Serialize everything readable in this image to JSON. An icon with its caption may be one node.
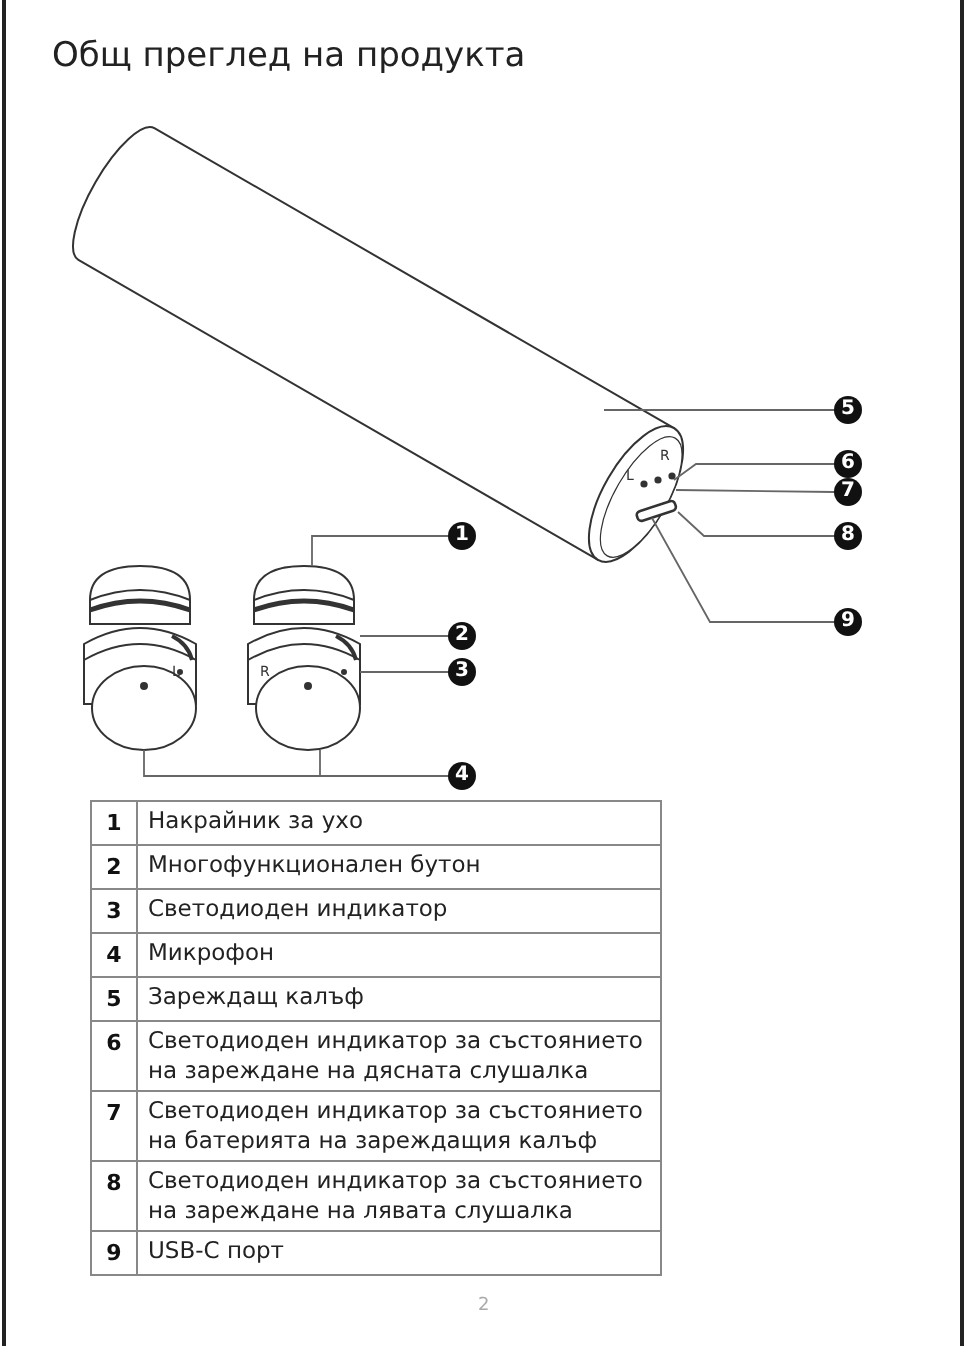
{
  "diagram": {
    "title": "Общ преглед на продукта",
    "nodes": [
      {
        "text": [
          "5"
        ]
      },
      {
        "text": [
          "6"
        ]
      },
      {
        "text": [
          "7"
        ]
      },
      {
        "text": [
          "8"
        ]
      },
      {
        "text": [
          "1"
        ]
      },
      {
        "text": [
          "9"
        ]
      },
      {
        "text": [
          "2"
        ]
      },
      {
        "text": [
          "3"
        ]
      },
      {
        "text": [
          "4"
        ]
      },
      {
        "text": [],
        "shape": "picture"
      },
      {
        "text": [],
        "shape": "picture"
      },
      {
        "text": [],
        "shape": "picture"
      }
    ],
    "edges": [
      {
        "from": 0,
        "to": 9,
        "arrow": "none"
      },
      {
        "from": 1,
        "to": 9,
        "arrow": "none"
      },
      {
        "from": 2,
        "to": 9,
        "arrow": "none"
      },
      {
        "from": 3,
        "to": 9,
        "arrow": "none"
      },
      {
        "from": 4,
        "to": 11,
        "arrow": "none"
      },
      {
        "from": 5,
        "to": 9,
        "arrow": "none"
      },
      {
        "from": 6,
        "to": 11,
        "arrow": "none"
      },
      {
        "from": 7,
        "to": 11,
        "arrow": "none"
      },
      {
        "from": 8,
        "to": 10,
        "arrow": "none"
      },
      {
        "from": 8,
        "to": 11,
        "arrow": "none"
      }
    ],
    "labels": [
      "L",
      "R",
      "L",
      "R",
      "1",
      "Накрайник за ухо",
      "2",
      "Многофункционален бутон",
      "3",
      "Светодиоден индикатор",
      "4",
      "Микрофон",
      "5",
      "Зареждащ калъф",
      "6",
      "Светодиоден индикатор за състоянието на зареждане на дясната слушалка",
      "7",
      "Светодиоден индикатор за състоянието на батерията на зареждащия калъф",
      "8",
      "Светодиоден индикатор за състоянието на зареждане на лявата слушалка",
      "9",
      "USB-C порт",
      "2"
    ]
  }
}
